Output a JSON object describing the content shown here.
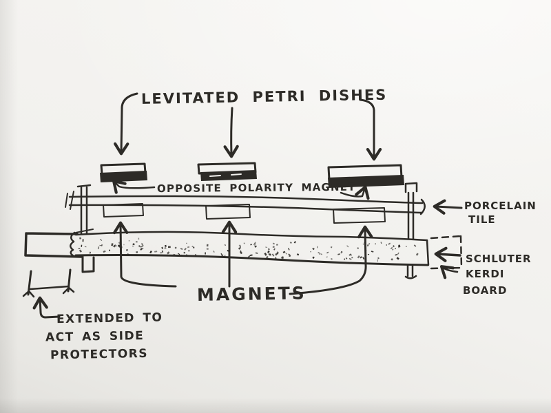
{
  "sketch": {
    "paper_color": "#f2f1ee",
    "ink_color": "#2d2b27",
    "labels": {
      "levitated_petri_dishes": "LEVITATED PETRI DISHES",
      "opposite_polarity_magnet": "OPPOSITE POLARITY MAGNET",
      "magnets": "MAGNETS",
      "porcelain_tile": [
        "PORCELAIN",
        "TILE"
      ],
      "schluter_kerdi_board": [
        "SCHLUTER",
        "KERDI",
        "BOARD"
      ],
      "extended_note": [
        "EXTENDED TO",
        "ACT AS SIDE",
        "PROTECTORS"
      ]
    },
    "components": {
      "petri_dish_count": 3,
      "magnet_count": 3
    },
    "texture": {
      "stipple_seed": 7,
      "stipple_count": 160
    }
  }
}
